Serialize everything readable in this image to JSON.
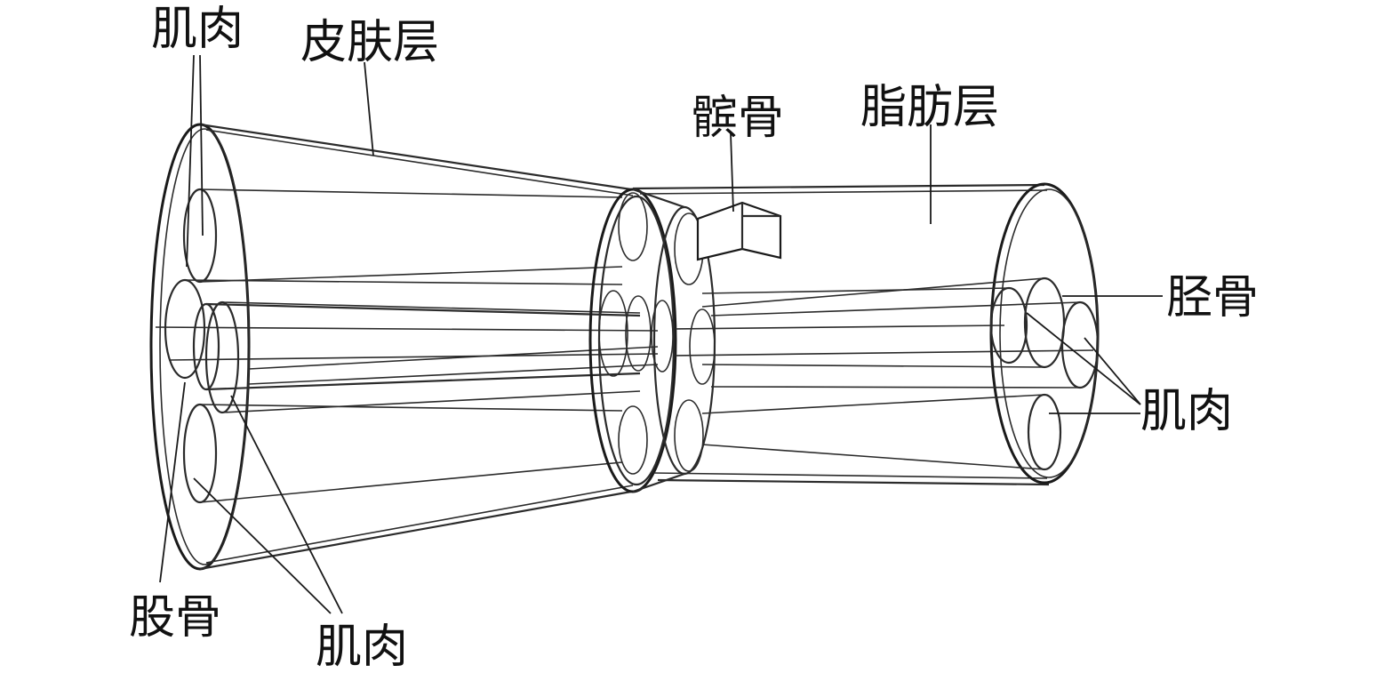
{
  "labels": {
    "muscle_top_left": "肌肉",
    "skin_layer": "皮肤层",
    "patella": "髌骨",
    "fat_layer": "脂肪层",
    "tibia": "胫骨",
    "muscle_right": "肌肉",
    "femur": "股骨",
    "muscle_bottom": "肌肉"
  }
}
